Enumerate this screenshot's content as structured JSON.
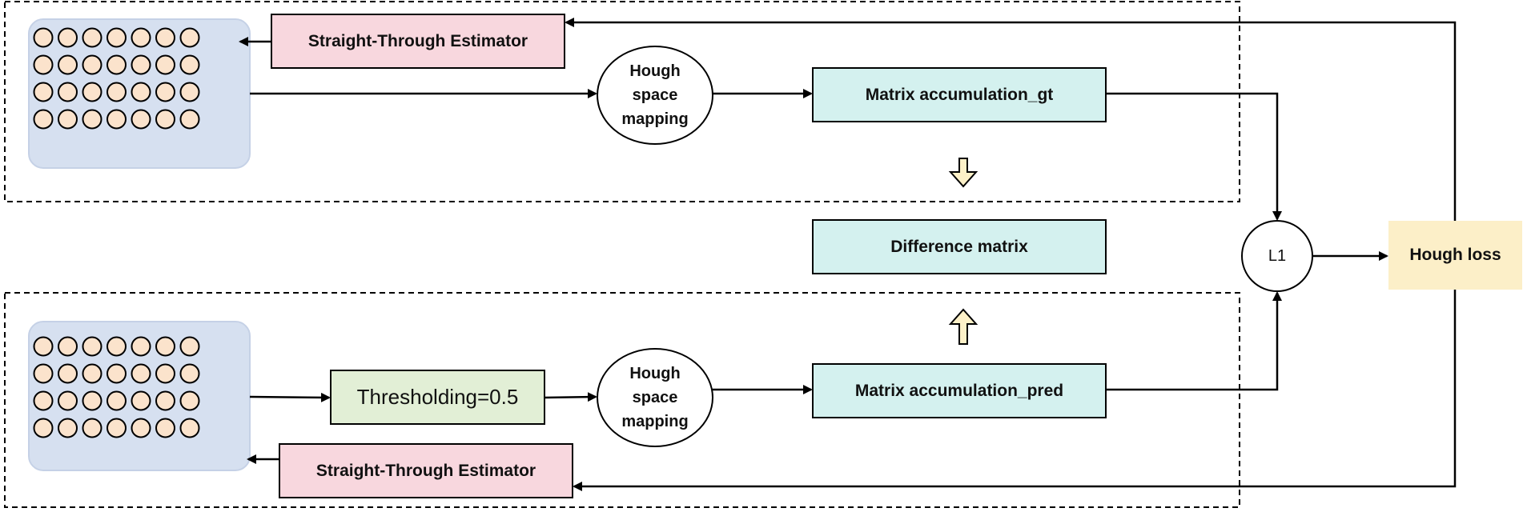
{
  "diagram": {
    "top_branch": {
      "ste_label": "Straight-Through Estimator",
      "hough_label_line1": "Hough",
      "hough_label_line2": "space",
      "hough_label_line3": "mapping",
      "matrix_label": "Matrix accumulation_gt"
    },
    "bottom_branch": {
      "threshold_label": "Thresholding=0.5",
      "hough_label_line1": "Hough",
      "hough_label_line2": "space",
      "hough_label_line3": "mapping",
      "matrix_label": "Matrix accumulation_pred",
      "ste_label": "Straight-Through Estimator"
    },
    "difference_label": "Difference matrix",
    "l1_label": "L1",
    "loss_label": "Hough loss",
    "grid": {
      "rows": 4,
      "cols": 7
    },
    "colors": {
      "ste_fill": "#f8d7de",
      "matrix_fill": "#d4f1ef",
      "threshold_fill": "#e2efd6",
      "loss_fill": "#fcefc8",
      "grid_panel": "#d6e0f0",
      "grid_dot": "#fbe3cc",
      "block_arrow": "#fdf1c8"
    }
  }
}
